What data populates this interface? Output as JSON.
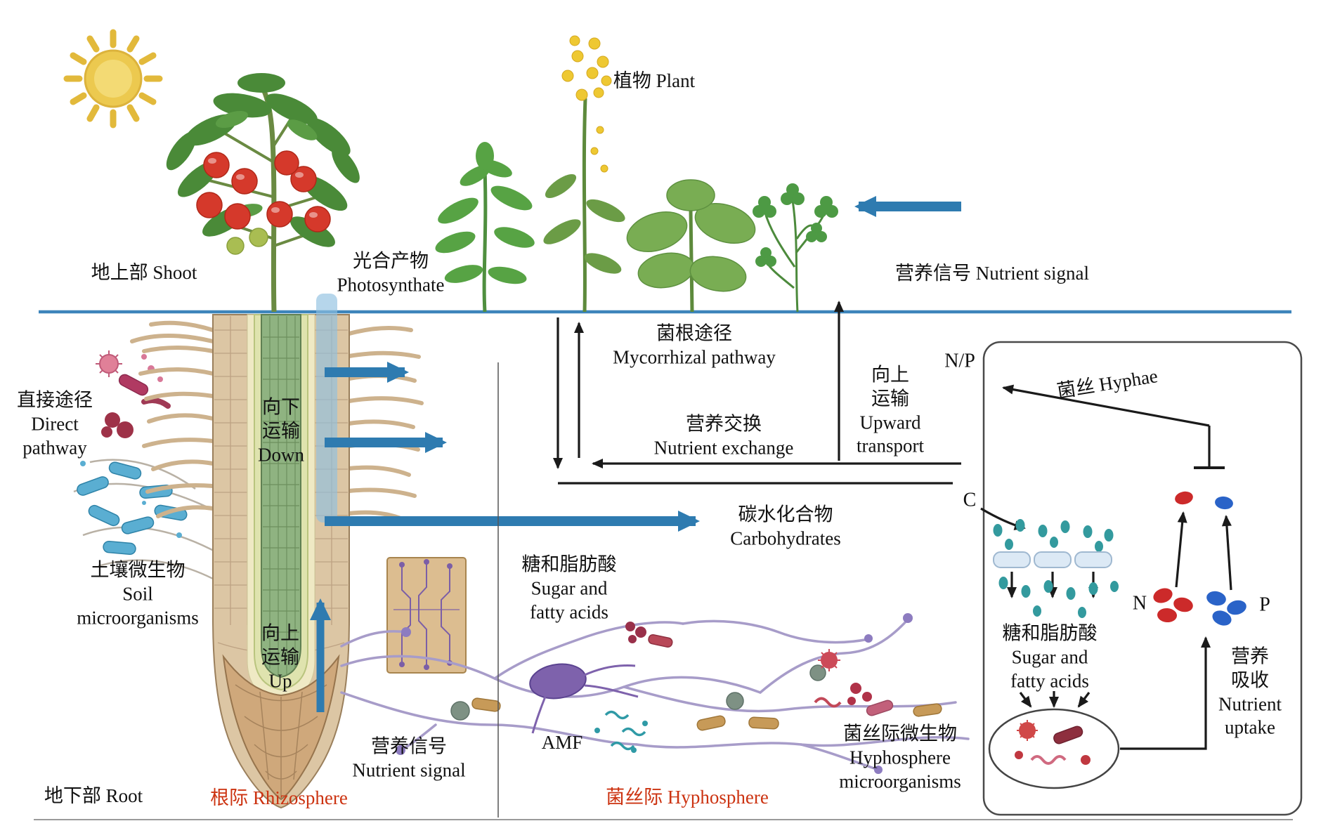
{
  "aboveground": {
    "shoot": "地上部 Shoot",
    "photosynthate": "光合产物\nPhotosynthate",
    "plant": "植物 Plant",
    "nutrient_signal": "营养信号 Nutrient signal"
  },
  "rhizosphere": {
    "direct_pathway": "直接途径\nDirect\npathway",
    "soil_microorganisms": "土壤微生物\nSoil\nmicroorganisms",
    "down_transport": "向下\n运输\nDown",
    "up_transport": "向上\n运输\nUp",
    "nutrient_signal": "营养信号\nNutrient signal",
    "root_label": "地下部 Root",
    "region_label": "根际 Rhizosphere"
  },
  "pathways": {
    "mycorrhizal": "菌根途径\nMycorrhizal pathway",
    "nutrient_exchange": "营养交换\nNutrient exchange",
    "upward_transport": "向上\n运输\nUpward\ntransport",
    "np": "N/P",
    "c": "C",
    "carbohydrates": "碳水化合物\nCarbohydrates"
  },
  "hyphosphere": {
    "sugar_fatty": "糖和脂肪酸\nSugar and\nfatty acids",
    "amf": "AMF",
    "microorganisms": "菌丝际微生物\nHyphosphere\nmicroorganisms",
    "region_label": "菌丝际 Hyphosphere"
  },
  "panel": {
    "hyphae": "菌丝 Hyphae",
    "n": "N",
    "p": "P",
    "sugar_fatty": "糖和脂肪酸\nSugar and\nfatty acids",
    "nutrient_uptake": "营养\n吸收\nNutrient\nuptake"
  },
  "colors": {
    "arrow_blue": "#2e7bb0",
    "soil_line_blue": "#3d85bb",
    "region_label_red": "#cc3311",
    "hyphae_purple": "#a79cc9",
    "teal_nutrient": "#339a9e",
    "n_red": "#cc2a2a",
    "p_blue": "#2a63c8",
    "sun_yellow": "#ecc94f"
  }
}
